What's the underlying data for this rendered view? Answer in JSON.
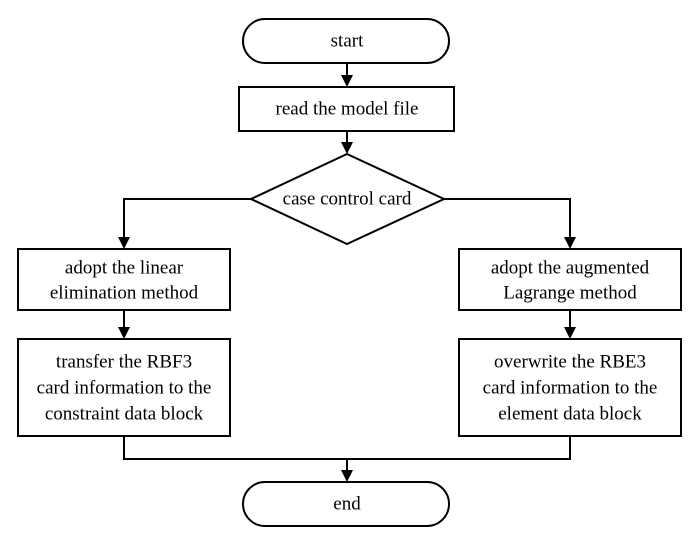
{
  "flowchart": {
    "start": "start",
    "read_model": "read the model file",
    "decision": "case control card",
    "left_step1": [
      "adopt the linear",
      "elimination method"
    ],
    "left_step2": [
      "transfer the RBF3",
      "card information to the",
      "constraint data block"
    ],
    "right_step1": [
      "adopt the augmented",
      "Lagrange method"
    ],
    "right_step2": [
      "overwrite the RBE3",
      "card information to the",
      "element data block"
    ],
    "end": "end"
  },
  "colors": {
    "stroke": "#000000",
    "fill": "#ffffff",
    "text": "#000000"
  }
}
